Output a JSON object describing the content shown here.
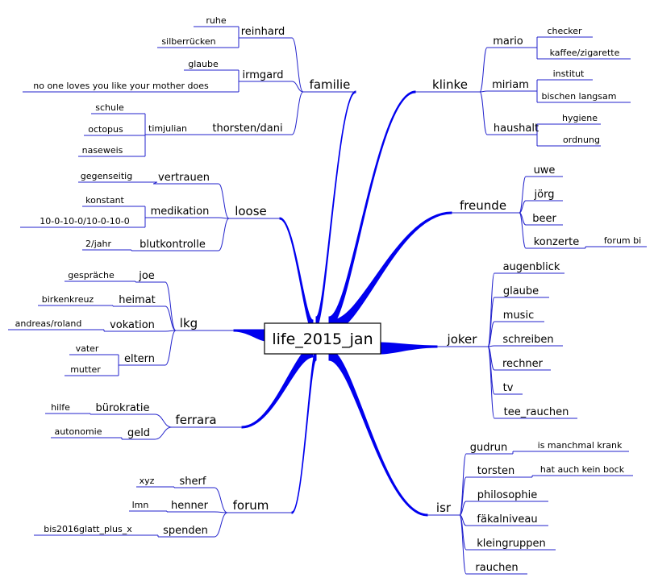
{
  "colors": {
    "trunk": "#0000ee",
    "edge": "#2222cc",
    "text": "#000000",
    "root_border": "#000000",
    "background": "#ffffff"
  },
  "root": "life_2015_jan",
  "branches": [
    {
      "label": "familie",
      "children": [
        {
          "label": "reinhard",
          "children": [
            {
              "label": "ruhe"
            },
            {
              "label": "silberrücken"
            }
          ]
        },
        {
          "label": "irmgard",
          "children": [
            {
              "label": "glaube"
            },
            {
              "label": "no one loves you like your mother does"
            }
          ]
        },
        {
          "label": "thorsten/dani",
          "children": [
            {
              "label": "timjulian",
              "children": [
                {
                  "label": "schule"
                },
                {
                  "label": "octopus"
                },
                {
                  "label": "naseweis"
                }
              ]
            }
          ]
        }
      ]
    },
    {
      "label": "loose",
      "children": [
        {
          "label": "vertrauen",
          "children": [
            {
              "label": "gegenseitig"
            }
          ]
        },
        {
          "label": "medikation",
          "children": [
            {
              "label": "konstant"
            },
            {
              "label": "10-0-10-0/10-0-10-0"
            }
          ]
        },
        {
          "label": "blutkontrolle",
          "children": [
            {
              "label": "2/jahr"
            }
          ]
        }
      ]
    },
    {
      "label": "lkg",
      "children": [
        {
          "label": "joe",
          "children": [
            {
              "label": "gespräche"
            }
          ]
        },
        {
          "label": "heimat",
          "children": [
            {
              "label": "birkenkreuz"
            }
          ]
        },
        {
          "label": "vokation",
          "children": [
            {
              "label": "andreas/roland"
            }
          ]
        },
        {
          "label": "eltern",
          "children": [
            {
              "label": "vater"
            },
            {
              "label": "mutter"
            }
          ]
        }
      ]
    },
    {
      "label": "ferrara",
      "children": [
        {
          "label": "bürokratie",
          "children": [
            {
              "label": "hilfe"
            }
          ]
        },
        {
          "label": "geld",
          "children": [
            {
              "label": "autonomie"
            }
          ]
        }
      ]
    },
    {
      "label": "forum",
      "children": [
        {
          "label": "sherf",
          "children": [
            {
              "label": "xyz"
            }
          ]
        },
        {
          "label": "henner",
          "children": [
            {
              "label": "lmn"
            }
          ]
        },
        {
          "label": "spenden",
          "children": [
            {
              "label": "bis2016glatt_plus_x"
            }
          ]
        }
      ]
    },
    {
      "label": "klinke",
      "children": [
        {
          "label": "mario",
          "children": [
            {
              "label": "checker"
            },
            {
              "label": "kaffee/zigarette"
            }
          ]
        },
        {
          "label": "miriam",
          "children": [
            {
              "label": "institut"
            },
            {
              "label": "bischen langsam"
            }
          ]
        },
        {
          "label": "haushalt",
          "children": [
            {
              "label": "hygiene"
            },
            {
              "label": "ordnung"
            }
          ]
        }
      ]
    },
    {
      "label": "freunde",
      "children": [
        {
          "label": "uwe"
        },
        {
          "label": "jörg"
        },
        {
          "label": "beer"
        },
        {
          "label": "konzerte",
          "children": [
            {
              "label": "forum bi"
            }
          ]
        }
      ]
    },
    {
      "label": "joker",
      "children": [
        {
          "label": "augenblick"
        },
        {
          "label": "glaube"
        },
        {
          "label": "music"
        },
        {
          "label": "schreiben"
        },
        {
          "label": "rechner"
        },
        {
          "label": "tv"
        },
        {
          "label": "tee_rauchen"
        }
      ]
    },
    {
      "label": "isr",
      "children": [
        {
          "label": "gudrun",
          "children": [
            {
              "label": "is manchmal krank"
            }
          ]
        },
        {
          "label": "torsten",
          "children": [
            {
              "label": "hat auch kein bock"
            }
          ]
        },
        {
          "label": "philosophie"
        },
        {
          "label": "fäkalniveau"
        },
        {
          "label": "kleingruppen"
        },
        {
          "label": "rauchen"
        }
      ]
    }
  ]
}
